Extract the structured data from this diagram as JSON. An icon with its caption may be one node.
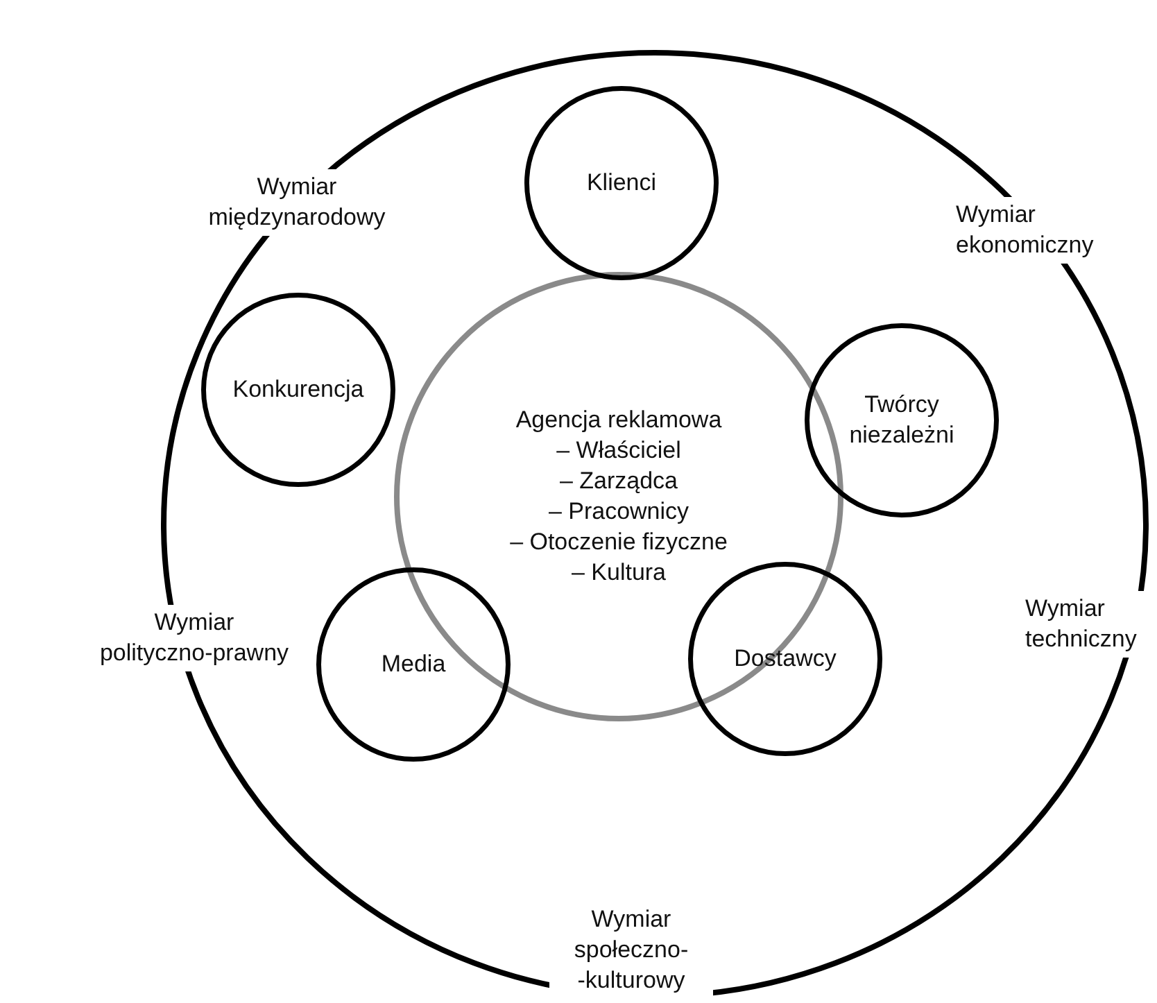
{
  "diagram": {
    "nodes": [
      {
        "text": [
          "Agencja reklamowa",
          "– Właściciel",
          "– Zarządca",
          "– Pracownicy",
          "– Otoczenie fizyczne",
          "– Kultura"
        ]
      },
      {
        "text": [
          "Klienci"
        ]
      },
      {
        "text": [
          "Konkurencja"
        ]
      },
      {
        "text": [
          "Twórcy niezależni"
        ]
      },
      {
        "text": [
          "Media"
        ]
      },
      {
        "text": [
          "Dostawcy"
        ]
      }
    ],
    "edges": [],
    "labels": [
      "Wymiar międzynarodowy",
      "Wymiar ekonomiczny",
      "Wymiar polityczno-prawny",
      "Wymiar techniczny",
      "Wymiar społeczno- -kulturowy"
    ]
  }
}
